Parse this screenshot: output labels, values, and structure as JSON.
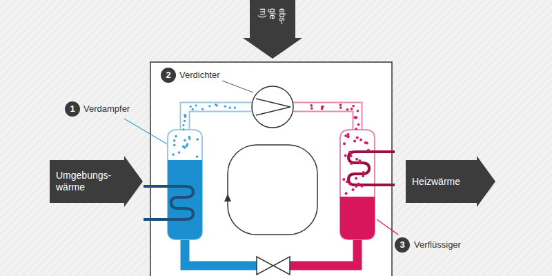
{
  "diagram": {
    "nodes": [
      {
        "text": [
          "ebs- gie m)"
        ]
      },
      {
        "text": [
          "Umgebungs- wärme"
        ]
      },
      {
        "text": [
          "Heizwärme"
        ]
      }
    ],
    "labels": [
      "1",
      "Verdampfer",
      "2",
      "Verdichter",
      "3",
      "Verflüssiger"
    ]
  }
}
